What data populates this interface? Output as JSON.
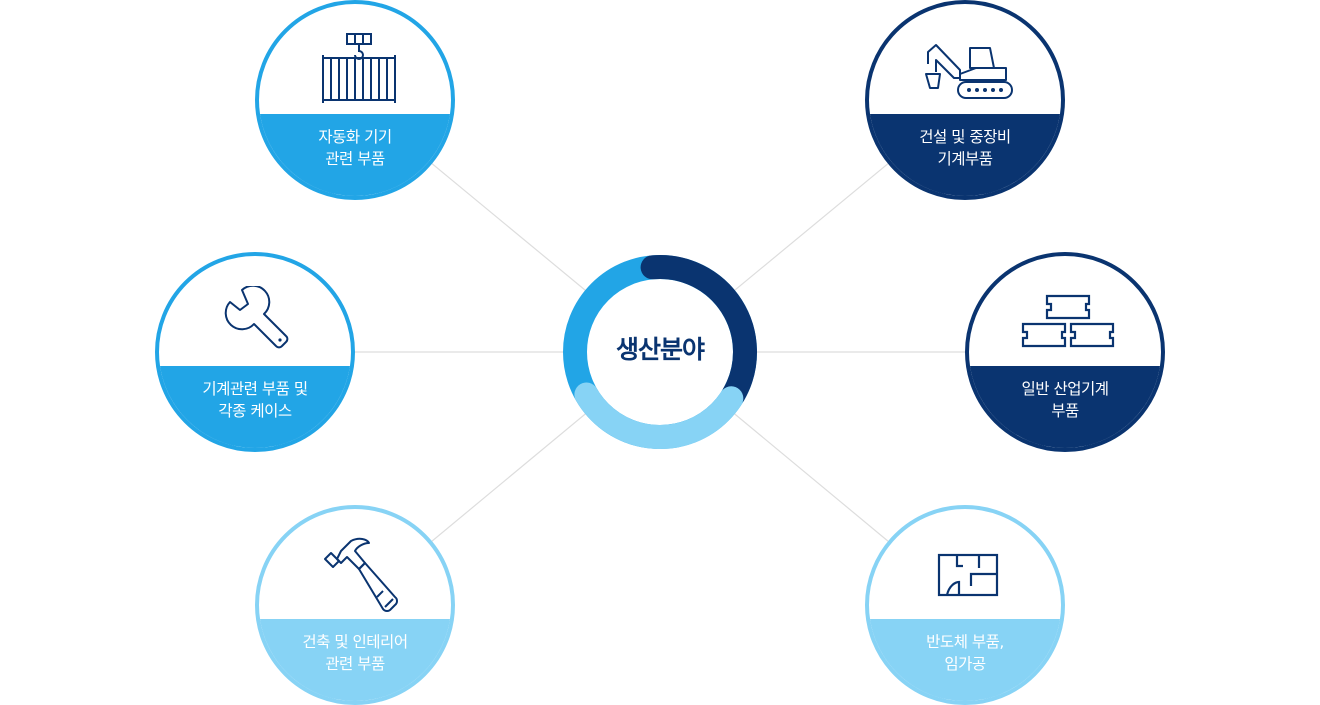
{
  "colors": {
    "dark": "#0a3470",
    "mid": "#22a5e6",
    "light": "#87d3f5",
    "line": "#dddddd",
    "icon_stroke": "#0a3470"
  },
  "hub": {
    "label": "생산분야",
    "ring_segments": [
      {
        "color": "#0a3470",
        "from_clock": "12",
        "to_clock": "4"
      },
      {
        "color": "#87d3f5",
        "from_clock": "4",
        "to_clock": "8"
      },
      {
        "color": "#22a5e6",
        "from_clock": "8",
        "to_clock": "12"
      }
    ]
  },
  "nodes": [
    {
      "id": "automation",
      "icon": "container-crane-icon",
      "line1": "자동화 기기",
      "line2": "관련 부품",
      "tone": "mid"
    },
    {
      "id": "construction-heavy",
      "icon": "excavator-icon",
      "line1": "건설 및 중장비",
      "line2": "기계부품",
      "tone": "dark"
    },
    {
      "id": "machine-cases",
      "icon": "wrench-icon",
      "line1": "기계관련 부품 및",
      "line2": "각종 케이스",
      "tone": "mid"
    },
    {
      "id": "general-industrial",
      "icon": "stacked-blocks-icon",
      "line1": "일반 산업기계",
      "line2": "부품",
      "tone": "dark"
    },
    {
      "id": "architecture-interior",
      "icon": "hammer-icon",
      "line1": "건축 및 인테리어",
      "line2": "관련 부품",
      "tone": "light"
    },
    {
      "id": "semiconductor",
      "icon": "floor-plan-icon",
      "line1": "반도체 부품,",
      "line2": "임가공",
      "tone": "light"
    }
  ]
}
